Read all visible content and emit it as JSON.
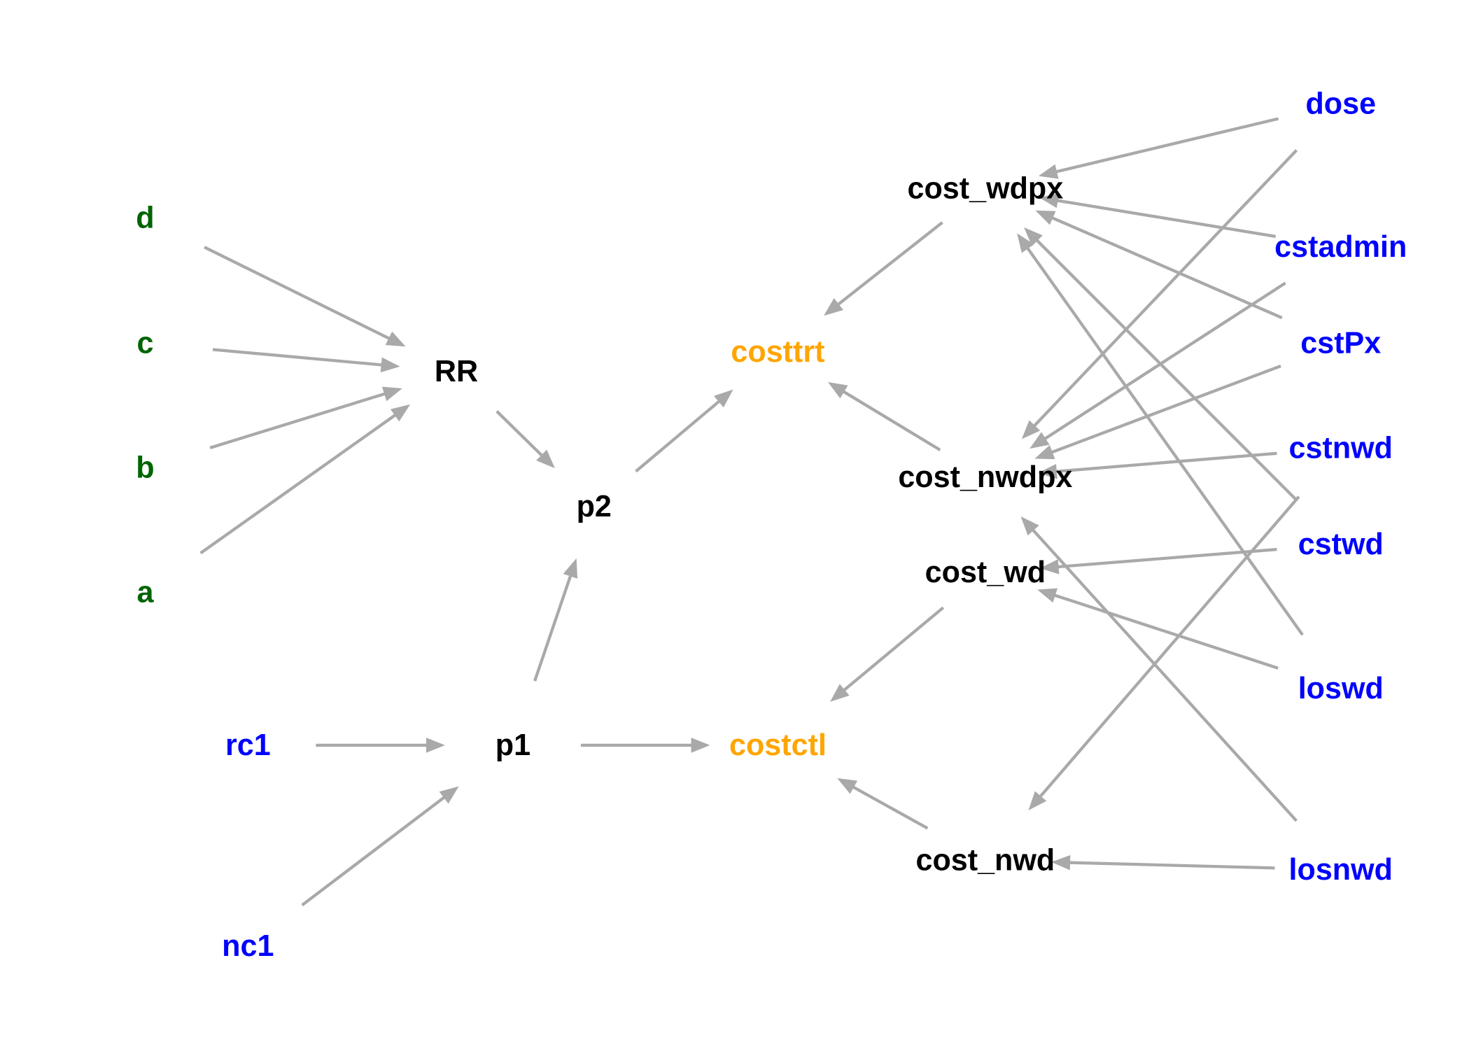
{
  "diagram": {
    "type": "directed-graph",
    "group_colors": {
      "parameter_green": "#006400",
      "parameter_blue": "#0000FF",
      "intermediate": "#000000",
      "output": "#FFA500",
      "edge": "#A9A9A9"
    },
    "nodes": [
      {
        "id": "d",
        "label": "d",
        "group": "parameter_green"
      },
      {
        "id": "c",
        "label": "c",
        "group": "parameter_green"
      },
      {
        "id": "b",
        "label": "b",
        "group": "parameter_green"
      },
      {
        "id": "a",
        "label": "a",
        "group": "parameter_green"
      },
      {
        "id": "RR",
        "label": "RR",
        "group": "intermediate"
      },
      {
        "id": "p2",
        "label": "p2",
        "group": "intermediate"
      },
      {
        "id": "p1",
        "label": "p1",
        "group": "intermediate"
      },
      {
        "id": "rc1",
        "label": "rc1",
        "group": "parameter_blue"
      },
      {
        "id": "nc1",
        "label": "nc1",
        "group": "parameter_blue"
      },
      {
        "id": "costtrt",
        "label": "costtrt",
        "group": "output"
      },
      {
        "id": "costctl",
        "label": "costctl",
        "group": "output"
      },
      {
        "id": "cost_wdpx",
        "label": "cost_wdpx",
        "group": "intermediate"
      },
      {
        "id": "cost_nwdpx",
        "label": "cost_nwdpx",
        "group": "intermediate"
      },
      {
        "id": "cost_wd",
        "label": "cost_wd",
        "group": "intermediate"
      },
      {
        "id": "cost_nwd",
        "label": "cost_nwd",
        "group": "intermediate"
      },
      {
        "id": "dose",
        "label": "dose",
        "group": "parameter_blue"
      },
      {
        "id": "cstadmin",
        "label": "cstadmin",
        "group": "parameter_blue"
      },
      {
        "id": "cstPx",
        "label": "cstPx",
        "group": "parameter_blue"
      },
      {
        "id": "cstnwd",
        "label": "cstnwd",
        "group": "parameter_blue"
      },
      {
        "id": "cstwd",
        "label": "cstwd",
        "group": "parameter_blue"
      },
      {
        "id": "loswd",
        "label": "loswd",
        "group": "parameter_blue"
      },
      {
        "id": "losnwd",
        "label": "losnwd",
        "group": "parameter_blue"
      }
    ],
    "edges": [
      {
        "from": "d",
        "to": "RR"
      },
      {
        "from": "c",
        "to": "RR"
      },
      {
        "from": "b",
        "to": "RR"
      },
      {
        "from": "a",
        "to": "RR"
      },
      {
        "from": "RR",
        "to": "p2"
      },
      {
        "from": "p1",
        "to": "p2"
      },
      {
        "from": "p2",
        "to": "costtrt"
      },
      {
        "from": "rc1",
        "to": "p1"
      },
      {
        "from": "nc1",
        "to": "p1"
      },
      {
        "from": "p1",
        "to": "costctl"
      },
      {
        "from": "cost_wdpx",
        "to": "costtrt"
      },
      {
        "from": "cost_nwdpx",
        "to": "costtrt"
      },
      {
        "from": "cost_wd",
        "to": "costctl"
      },
      {
        "from": "cost_nwd",
        "to": "costctl"
      },
      {
        "from": "dose",
        "to": "cost_wdpx"
      },
      {
        "from": "dose",
        "to": "cost_nwdpx"
      },
      {
        "from": "cstadmin",
        "to": "cost_wdpx"
      },
      {
        "from": "cstadmin",
        "to": "cost_nwdpx"
      },
      {
        "from": "cstPx",
        "to": "cost_wdpx"
      },
      {
        "from": "cstPx",
        "to": "cost_nwdpx"
      },
      {
        "from": "cstnwd",
        "to": "cost_nwdpx"
      },
      {
        "from": "cstnwd",
        "to": "cost_nwd"
      },
      {
        "from": "cstwd",
        "to": "cost_wd"
      },
      {
        "from": "cstwd",
        "to": "cost_wdpx"
      },
      {
        "from": "loswd",
        "to": "cost_wd"
      },
      {
        "from": "loswd",
        "to": "cost_wdpx"
      },
      {
        "from": "losnwd",
        "to": "cost_nwd"
      },
      {
        "from": "losnwd",
        "to": "cost_nwdpx"
      }
    ]
  }
}
